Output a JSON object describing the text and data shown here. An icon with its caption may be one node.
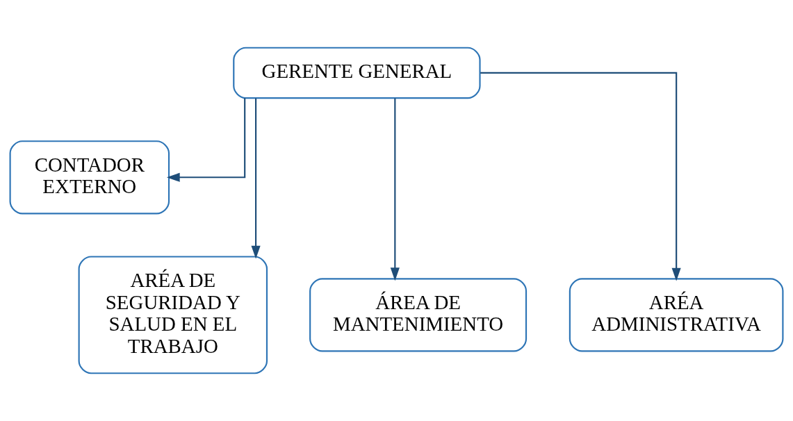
{
  "diagram": {
    "nodes": [
      {
        "text": [
          "GERENTE GENERAL"
        ]
      },
      {
        "text": [
          "CONTADOR EXTERNO"
        ]
      },
      {
        "text": [
          "ARÉA DE SEGURIDAD Y SALUD EN EL TRABAJO"
        ]
      },
      {
        "text": [
          "ÁREA DE MANTENIMIENTO"
        ]
      },
      {
        "text": [
          "ARÉA ADMINISTRATIVA"
        ]
      }
    ],
    "edges": [
      {
        "from": 0,
        "to": 1,
        "arrow": "to"
      },
      {
        "from": 0,
        "to": 2,
        "arrow": "to"
      },
      {
        "from": 0,
        "to": 3,
        "arrow": "to"
      },
      {
        "from": 0,
        "to": 4,
        "arrow": "to"
      }
    ]
  }
}
